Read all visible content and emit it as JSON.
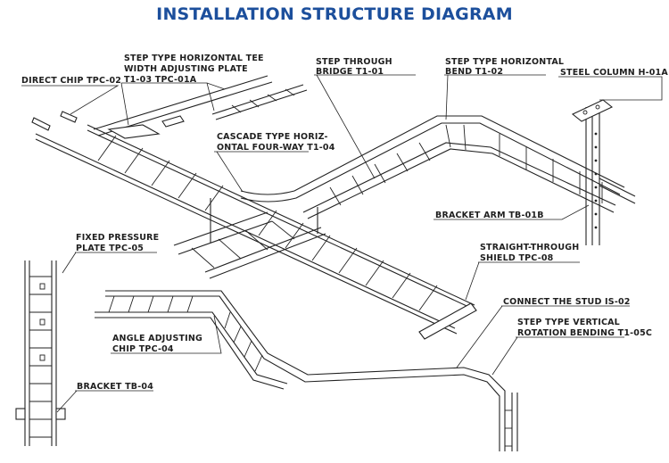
{
  "title": "INSTALLATION STRUCTURE DIAGRAM",
  "colors": {
    "title": "#1c4f9c",
    "line": "#222222",
    "text": "#1f1f1f"
  },
  "labels": {
    "direct_chip": "DIRECT CHIP TPC-02",
    "tee_line1": "STEP TYPE HORIZONTAL TEE",
    "tee_line2": "WIDTH ADJUSTING PLATE",
    "tee_line3": "T1-03  TPC-01A",
    "bridge_line1": "STEP THROUGH",
    "bridge_line2": "BRIDGE T1-01",
    "bend_line1": "STEP TYPE HORIZONTAL",
    "bend_line2": "BEND T1-02",
    "steel_column": "STEEL COLUMN H-01A",
    "cascade_line1": "CASCADE TYPE HORIZ-",
    "cascade_line2": "ONTAL FOUR-WAY T1-04",
    "bracket_arm": "BRACKET ARM TB-01B",
    "fixed_line1": "FIXED PRESSURE",
    "fixed_line2": "PLATE TPC-05",
    "shield_line1": "STRAIGHT-THROUGH",
    "shield_line2": "SHIELD TPC-08",
    "stud": "CONNECT THE STUD IS-02",
    "vertical_line1": "STEP TYPE VERTICAL",
    "vertical_line2": "ROTATION BENDING T1-05C",
    "angle_line1": "ANGLE ADJUSTING",
    "angle_line2": "CHIP TPC-04",
    "bracket_tb04": "BRACKET TB-04"
  }
}
